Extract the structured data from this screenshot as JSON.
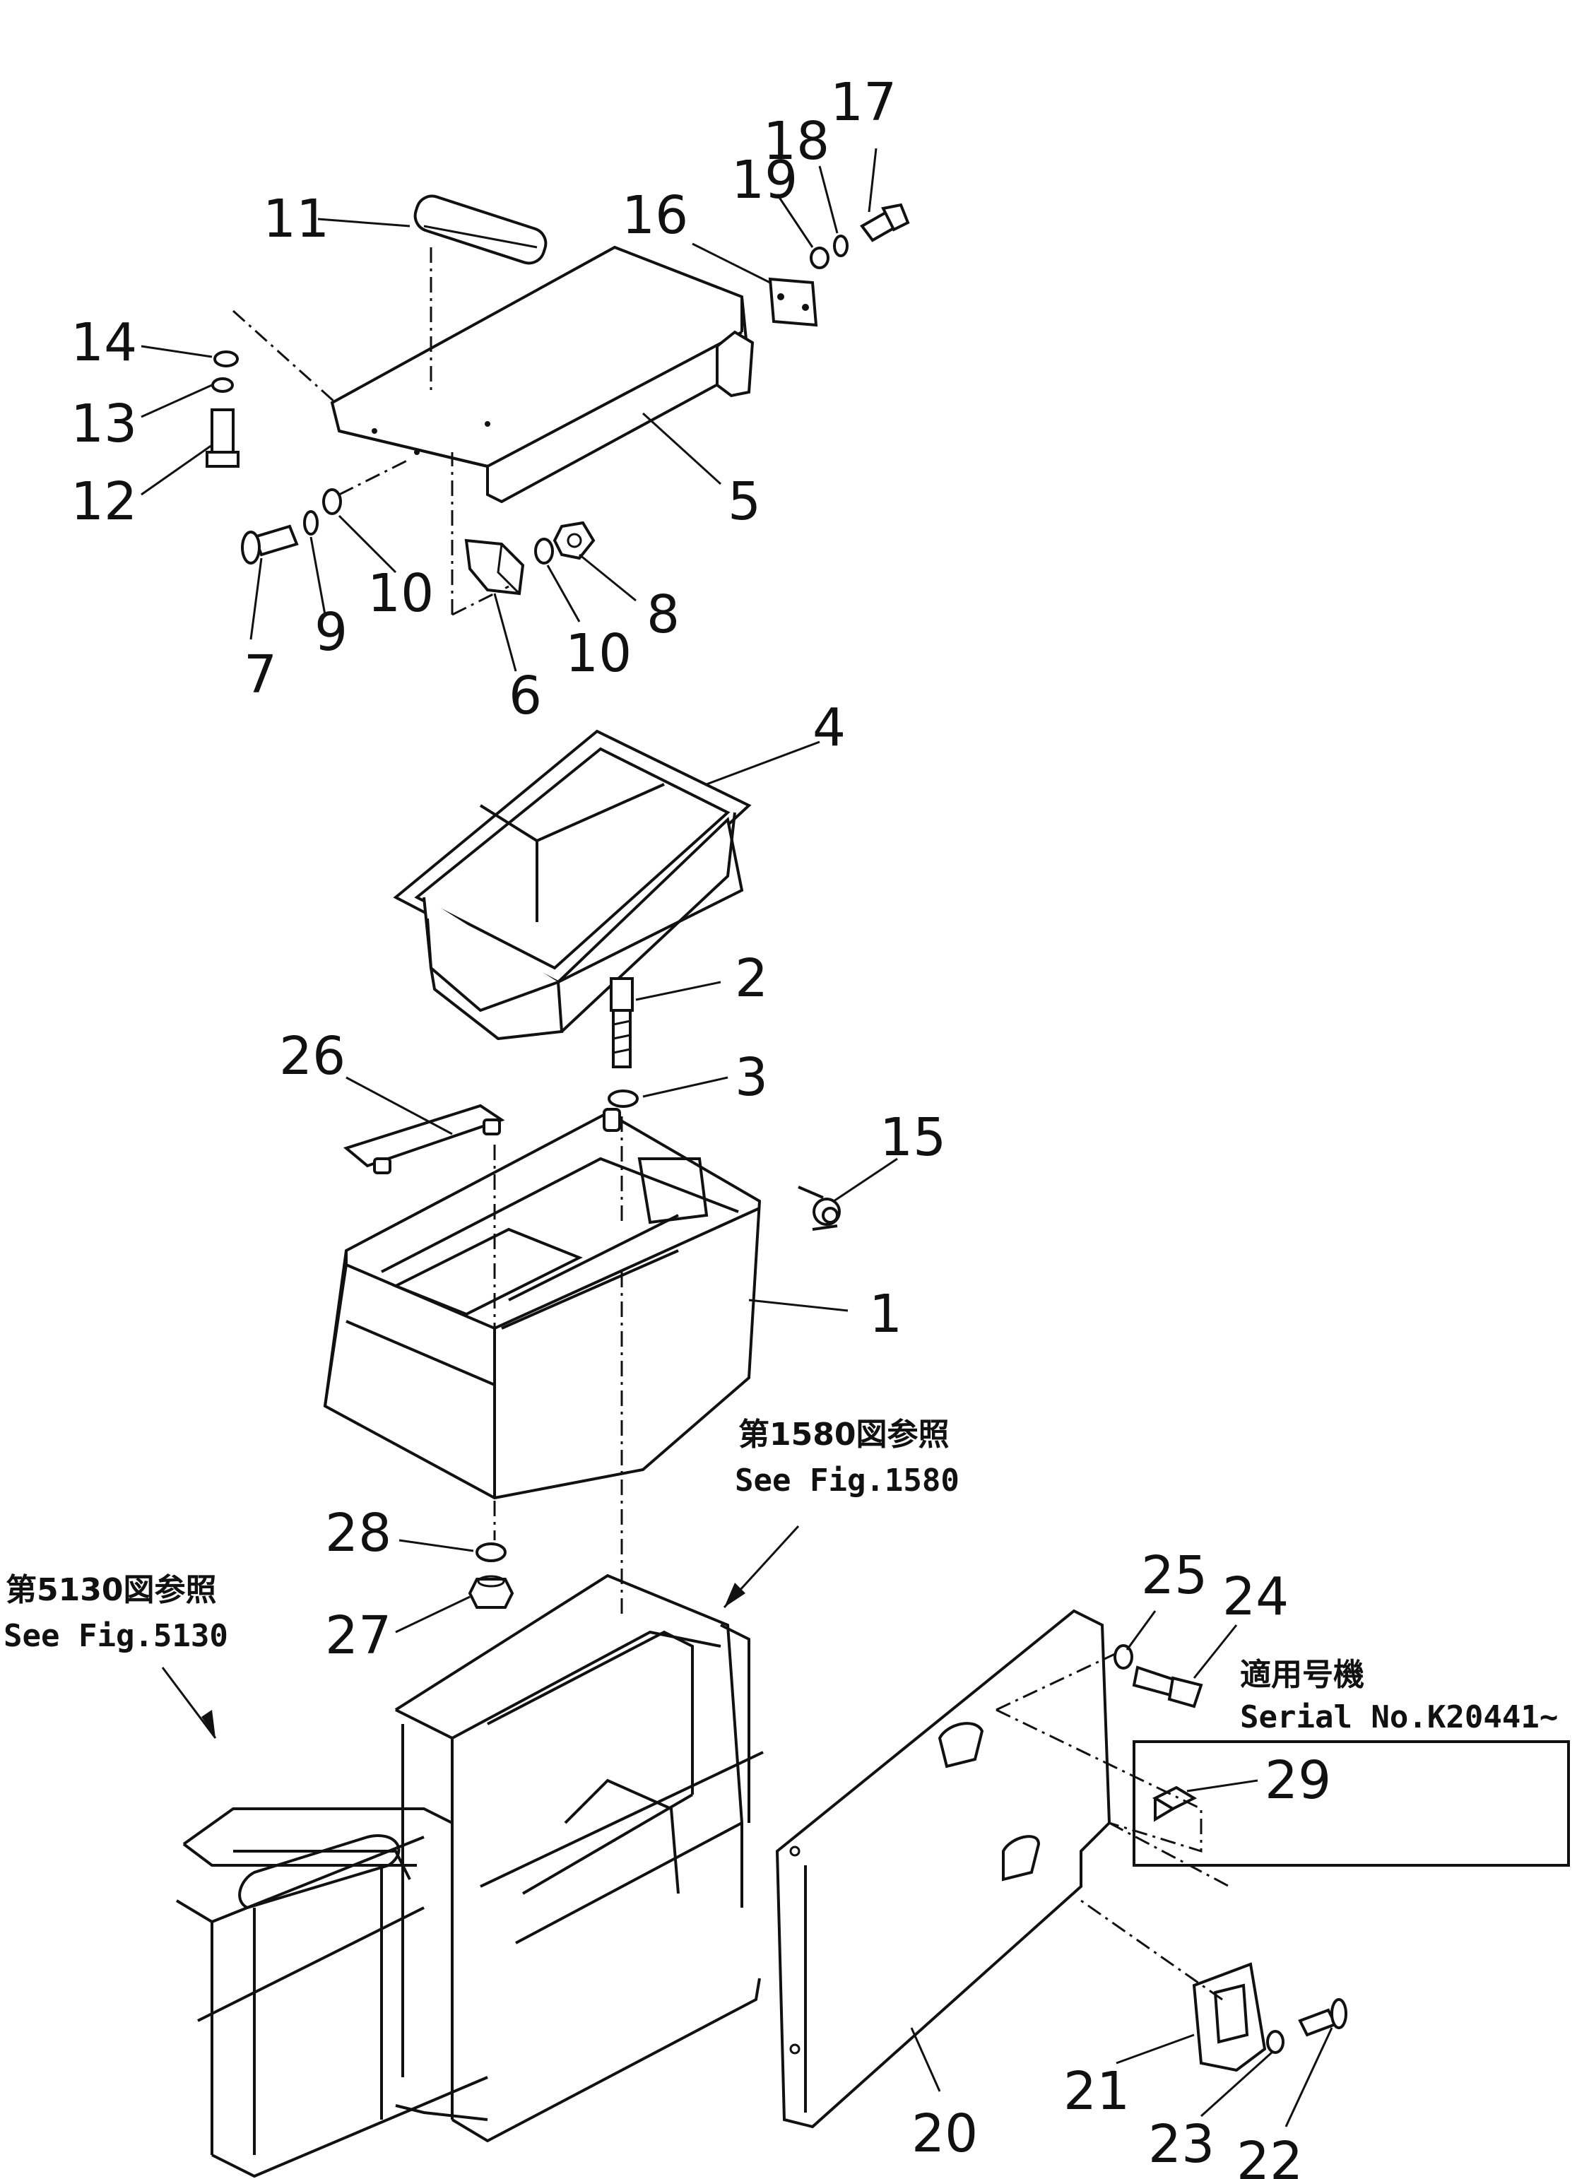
{
  "part_numbers": {
    "n1": "1",
    "n2": "2",
    "n3": "3",
    "n4": "4",
    "n5": "5",
    "n6": "6",
    "n7": "7",
    "n8": "8",
    "n9": "9",
    "n10a": "10",
    "n10b": "10",
    "n11": "11",
    "n12": "12",
    "n13": "13",
    "n14": "14",
    "n15": "15",
    "n16": "16",
    "n17": "17",
    "n18": "18",
    "n19": "19",
    "n20": "20",
    "n21": "21",
    "n22": "22",
    "n23": "23",
    "n24": "24",
    "n25": "25",
    "n26": "26",
    "n27": "27",
    "n28": "28",
    "n29": "29"
  },
  "references": {
    "fig1580_jp": "第1580図参照",
    "fig1580_en": "See Fig.1580",
    "fig5130_jp": "第5130図参照",
    "fig5130_en": "See Fig.5130"
  },
  "serial_note": {
    "jp": "適用号機",
    "en": "Serial No.K20441~"
  }
}
